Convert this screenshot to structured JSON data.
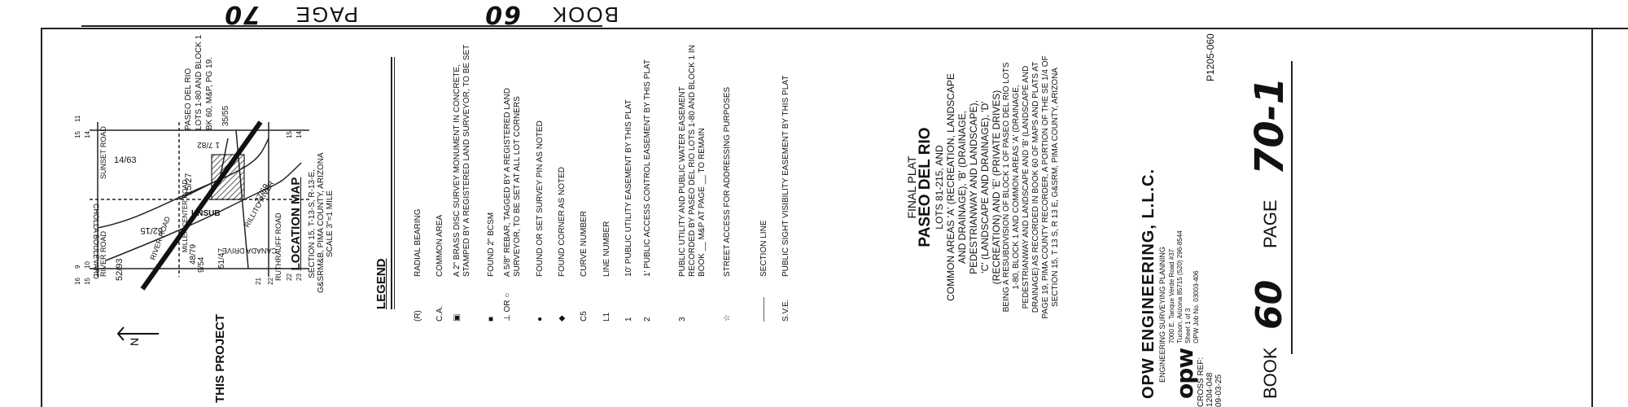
{
  "header_stamp": {
    "book_label": "BOOK",
    "book_number": "60",
    "page_label": "PAGE",
    "page_number": "70"
  },
  "location_map": {
    "title": "LOCATION MAP",
    "subtitle_1": "SECTION 15, T-13-S, R-13-E,",
    "subtitle_2": "G&SRM&B, PIMA COUNTY, ARIZONA",
    "scale": "SCALE 3\"=1 MILE",
    "this_project": "THIS PROJECT",
    "callout_line1": "PASEO DEL RIO",
    "callout_line2": "LOTS 1-80 AND BLOCK 1",
    "callout_line3": "BK 60, M&P, PG 19.",
    "streets": [
      "SUNSET ROAD",
      "CANADA DRIVE",
      "RIVER ROAD",
      "CHOLLA BOULEVARD",
      "RUTHRAUFF ROAD",
      "RILLITO RIVER",
      "MILLER CENTER ROAD",
      "RIVER ROAD"
    ],
    "parcels": [
      "14/63",
      "15/27",
      "52/15",
      "52/93",
      "51/47",
      "9/54",
      "48/79",
      "1 7/82",
      "35/55",
      "27/69",
      "UNSUB"
    ],
    "section_numbers": [
      "15",
      "14",
      "16",
      "15",
      "21",
      "22",
      "9",
      "10",
      "11",
      "15",
      "14",
      "22",
      "23"
    ]
  },
  "legend": {
    "title": "LEGEND",
    "items": [
      {
        "symbol": "(R)",
        "text": "RADIAL BEARING"
      },
      {
        "symbol": "C.A.",
        "text": "COMMON AREA"
      },
      {
        "symbol": "▣",
        "text": "A 2\" BRASS DISC SURVEY MONUMENT IN CONCRETE, STAMPED BY A REGISTERED LAND SURVEYOR, TO BE SET"
      },
      {
        "symbol": "■",
        "text": "FOUND 2\" BCSM"
      },
      {
        "symbol": "⊥ OR ○",
        "text": "A 5/8\" REBAR, TAGGED BY A REGISTERED LAND SURVEYOR, TO BE SET AT ALL LOT CORNERS"
      },
      {
        "symbol": "●",
        "text": "FOUND OR SET SURVEY PIN AS NOTED"
      },
      {
        "symbol": "◆",
        "text": "FOUND CORNER AS NOTED"
      },
      {
        "symbol": "C5",
        "text": "CURVE NUMBER"
      },
      {
        "symbol": "L1",
        "text": "LINE NUMBER"
      },
      {
        "symbol": "1",
        "text": "10' PUBLIC UTILITY EASEMENT BY THIS PLAT"
      },
      {
        "symbol": "2",
        "text": "1' PUBLIC ACCESS CONTROL EASEMENT BY THIS PLAT"
      },
      {
        "symbol": "3",
        "text": "PUBLIC UTILITY AND PUBLIC WATER EASEMENT RECORDED BY PASEO DEL RIO LOTS 1-80 AND BLOCK 1 IN BOOK __ M&P AT PAGE __ TO REMAIN"
      },
      {
        "symbol": "☆",
        "text": "STREET ACCESS FOR ADDRESSING PURPOSES"
      },
      {
        "symbol": "———",
        "text": "SECTION LINE"
      },
      {
        "symbol": "S.V.E.",
        "text": "PUBLIC SIGHT VISIBILITY EASEMENT BY THIS PLAT"
      }
    ]
  },
  "title_block": {
    "line1": "FINAL PLAT",
    "line2": "PASEO DEL RIO",
    "line3": "LOTS 81-215, AND",
    "line4": "COMMON AREAS 'A' (RECREATION, LANDSCAPE",
    "line5": "AND DRAINAGE), 'B' (DRAINAGE,",
    "line6": "PEDESTRIANWAY AND LANDSCAPE),",
    "line7": "'C' (LANDSCAPE AND DRAINAGE), 'D'",
    "line8": "(RECREATION) AND 'E' (PRIVATE DRIVES)",
    "desc1": "BEING A RESUBDIVISION OF BLOCK 1 OF PASEO DEL RIO LOTS",
    "desc2": "1-80, BLOCK 1 AND COMMON AREAS 'A' (DRAINAGE,",
    "desc3": "PEDESTRIANWAY AND LANDSCAPE AND 'B' (LANDSCAPE AND",
    "desc4": "DRAINAGE) AS RECORDED IN BOOK 60 OF MAPS AND PLATS AT",
    "desc5": "PAGE 19, PIMA COUNTY RECORDER, A PORTION OF THE SE 1/4 OF",
    "desc6": "SECTION 15, T 13 S, R 13 E, G&SRM, PIMA COUNTY, ARIZONA"
  },
  "engineer": {
    "name": "OPW ENGINEERING, L.L.C.",
    "services": "ENGINEERING   SURVEYING   PLANNING",
    "logo": "opw",
    "address1": "7000 E. Tanque Verde Road #37",
    "address2": "Tucson, Arizona 85715  (520) 296-8544",
    "sheet": "Sheet 1 of 3",
    "job": "OPW Job No. 03003-406",
    "plat_no": "P1205-060"
  },
  "cross_ref": {
    "label": "CROSS REF:",
    "ref1": "1204-048",
    "ref2": "09-03-25"
  },
  "footer_stamp": {
    "book_label": "BOOK",
    "book_number": "60",
    "page_label": "PAGE",
    "page_number": "70-1"
  }
}
